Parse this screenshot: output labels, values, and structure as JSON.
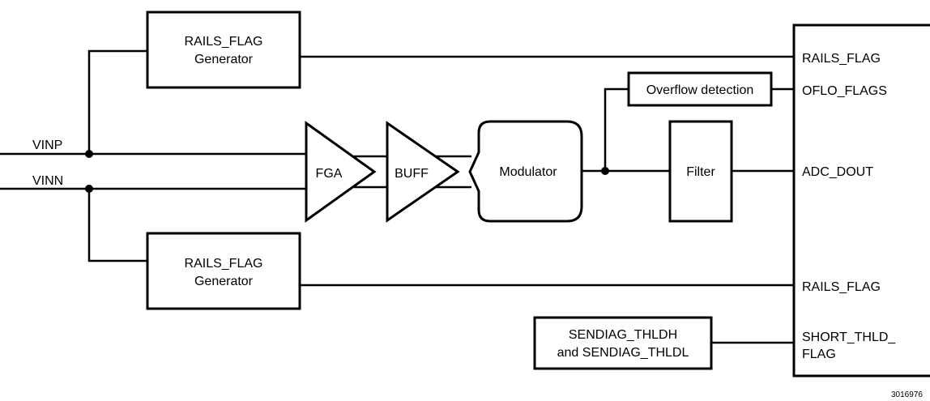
{
  "blocks": {
    "rails_gen_top": {
      "line1": "RAILS_FLAG",
      "line2": "Generator"
    },
    "rails_gen_bottom": {
      "line1": "RAILS_FLAG",
      "line2": "Generator"
    },
    "fga": "FGA",
    "buff": "BUFF",
    "modulator": "Modulator",
    "overflow": "Overflow detection",
    "filter": "Filter",
    "sendiag": {
      "line1": "SENDIAG_THLDH",
      "line2": "and SENDIAG_THLDL"
    }
  },
  "inputs": {
    "vinp": "VINP",
    "vinn": "VINN"
  },
  "outputs": {
    "rails_flag_top": "RAILS_FLAG",
    "oflo_flags": "OFLO_FLAGS",
    "adc_dout": "ADC_DOUT",
    "rails_flag_bottom": "RAILS_FLAG",
    "short_thld_line1": "SHORT_THLD_",
    "short_thld_line2": "FLAG"
  },
  "figure_id": "3016976"
}
